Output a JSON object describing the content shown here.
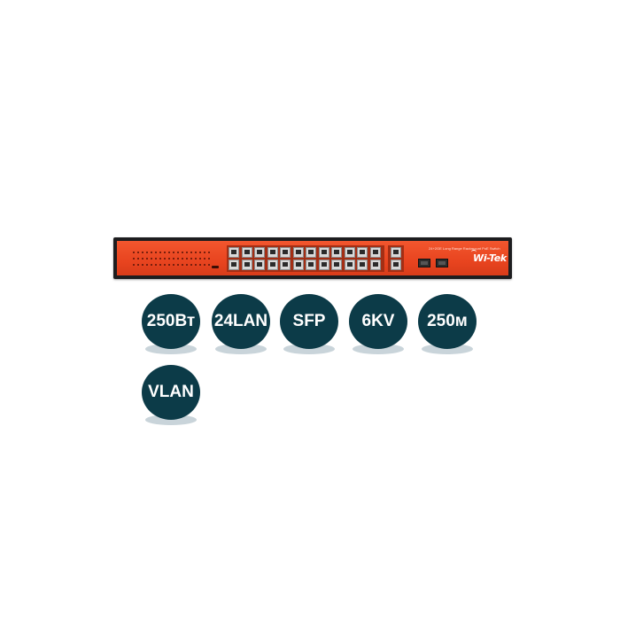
{
  "device": {
    "subtitle": "24+2GE Long Range Rackmount PoE Switch",
    "brand": "Wi-Tek",
    "port_count": 24,
    "uplink_port_count": 2,
    "sfp_slot_count": 2,
    "body_color": "#e8441f",
    "frame_color": "#1d1d1f"
  },
  "features": [
    {
      "label": "250Вт"
    },
    {
      "label": "24LAN"
    },
    {
      "label": "SFP"
    },
    {
      "label": "6KV"
    },
    {
      "label": "250м"
    },
    {
      "label": "VLAN"
    }
  ],
  "colors": {
    "badge_fill": "#0c3b48",
    "badge_shadow": "#c9d4da",
    "badge_text": "#ffffff",
    "background": "#ffffff"
  }
}
